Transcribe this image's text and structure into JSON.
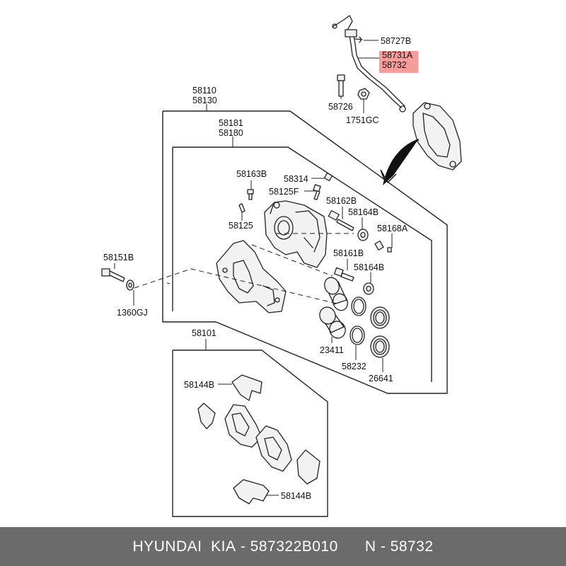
{
  "labels": {
    "p58727B": "58727B",
    "p58731A": "58731A",
    "p58732": "58732",
    "p58726": "58726",
    "p1751GC": "1751GC",
    "p58110": "58110",
    "p58130": "58130",
    "p58181": "58181",
    "p58180": "58180",
    "p58163B": "58163B",
    "p58314": "58314",
    "p58125F": "58125F",
    "p58162B": "58162B",
    "p58164B_a": "58164B",
    "p58125": "58125",
    "p58168A": "58168A",
    "p58161B": "58161B",
    "p58164B_b": "58164B",
    "p58151B": "58151B",
    "p1360GJ": "1360GJ",
    "p23411": "23411",
    "p58232": "58232",
    "p26641": "26641",
    "p58101": "58101",
    "p58144B_a": "58144B",
    "p58144B_b": "58144B"
  },
  "highlight_color": "#f59d9d",
  "footer": {
    "brand": "HYUNDAI",
    "make": "KIA",
    "part_no": "587322B010",
    "ref": "N - 58732"
  }
}
